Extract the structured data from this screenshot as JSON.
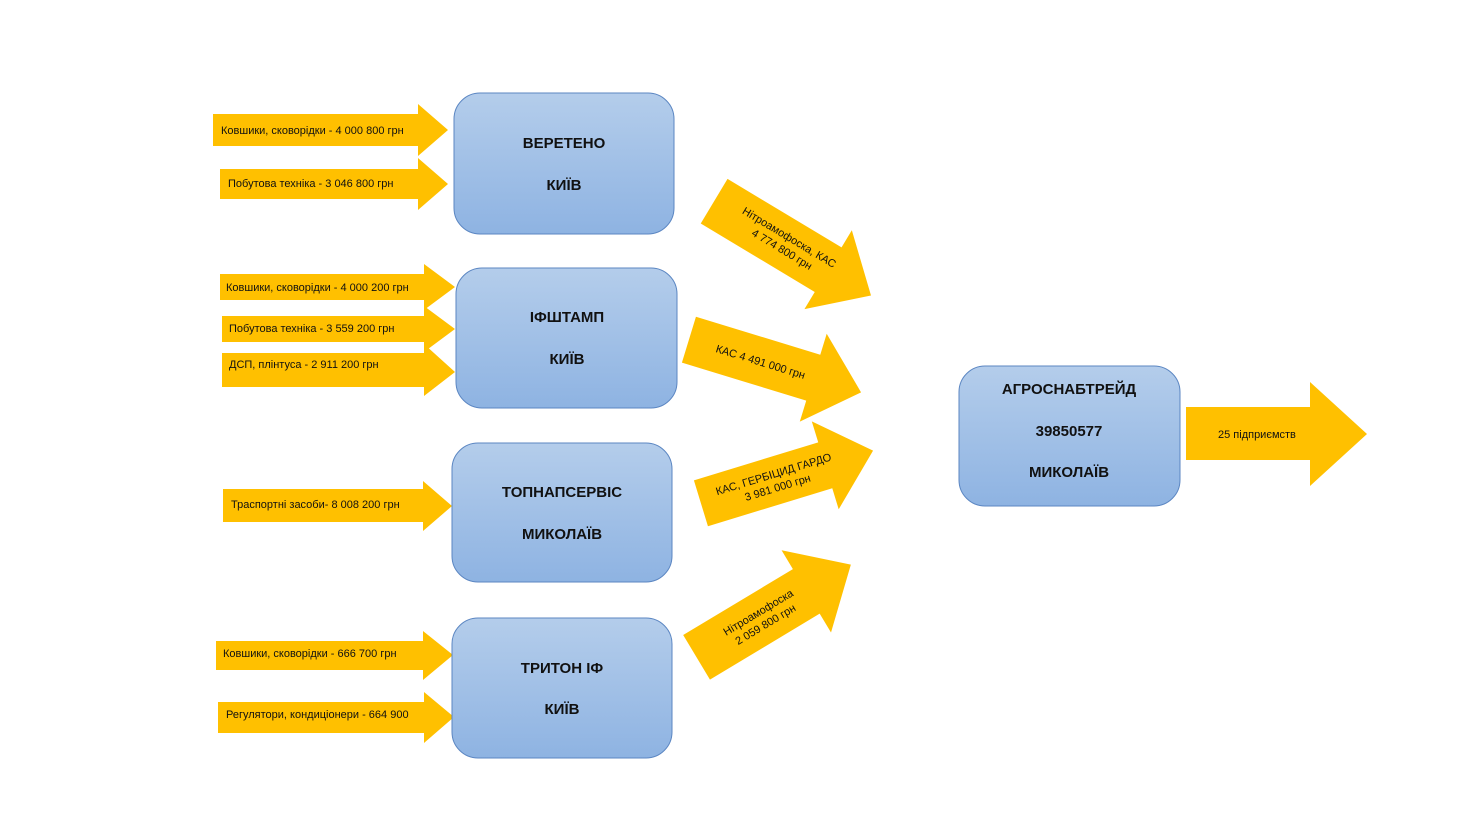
{
  "colors": {
    "arrow": "#FFC000",
    "box_top": "#B4CDEB",
    "box_bottom": "#8EB3E2",
    "box_border": "#5B86C2",
    "text": "#111111"
  },
  "boxes": {
    "veretено": null,
    "vereteno": {
      "name": "ВЕРЕТЕНО",
      "city": "КИЇВ"
    },
    "ifshtamp": {
      "name": "ІФШТАМП",
      "city": "КИЇВ"
    },
    "topnapservis": {
      "name": "ТОПНАПСЕРВІС",
      "city": "МИКОЛАЇВ"
    },
    "tryton": {
      "name": "ТРИТОН ІФ",
      "city": "КИЇВ"
    },
    "agrosnabtreid": {
      "name": "АГРОСНАБТРЕЙД",
      "code": "39850577",
      "city": "МИКОЛАЇВ"
    }
  },
  "inputs": {
    "vereteno": [
      "Ковшики, сковорідки - 4 000 800 грн",
      "Побутова техніка - 3 046 800 грн"
    ],
    "ifshtamp": [
      "Ковшики, сковорідки - 4 000 200 грн",
      "Побутова техніка - 3 559 200  грн",
      "ДСП, плінтуса - 2 911 200 грн"
    ],
    "topnapservis": [
      "Траспортні засоби- 8 008 200 грн"
    ],
    "tryton": [
      "Ковшики, сковорідки - 666 700 грн",
      "Регулятори, кондиціонери - 664 900"
    ]
  },
  "flows": {
    "vereteno": {
      "line1": "Нітроамофоска, КАС",
      "line2": "4 774 800 грн"
    },
    "ifshtamp": {
      "line1": "КАС  4 491 000 грн",
      "line2": ""
    },
    "topnapservis": {
      "line1": "КАС, ГЕРБІЦИД ГАРДО",
      "line2": "3 981 000 грн"
    },
    "tryton": {
      "line1": "Нітроамофоска",
      "line2": "2 059 800 грн"
    }
  },
  "output": {
    "label": "25  підприємств"
  }
}
